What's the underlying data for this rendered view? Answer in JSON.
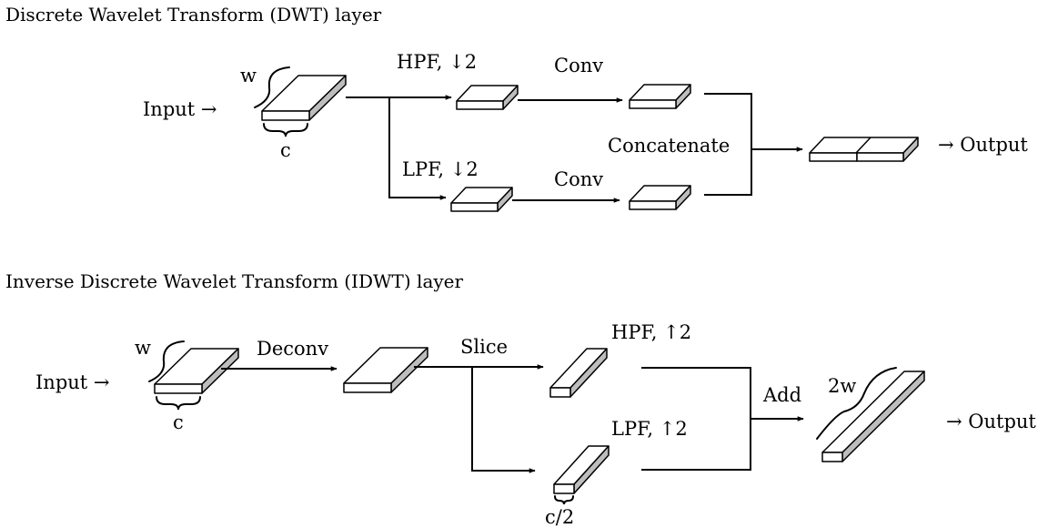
{
  "dwt": {
    "title": "Discrete Wavelet Transform (DWT) layer",
    "input": "Input →",
    "w": "w",
    "c": "c",
    "hpf": "HPF, ↓2",
    "lpf": "LPF, ↓2",
    "conv_top": "Conv",
    "conv_bottom": "Conv",
    "concat": "Concatenate",
    "output": "→ Output"
  },
  "idwt": {
    "title": "Inverse Discrete Wavelet Transform (IDWT) layer",
    "input": "Input →",
    "w": "w",
    "c": "c",
    "deconv": "Deconv",
    "slice": "Slice",
    "hpf": "HPF, ↑2",
    "lpf": "LPF, ↑2",
    "add": "Add",
    "two_w": "2w",
    "c_half": "c/2",
    "output": "→ Output"
  }
}
